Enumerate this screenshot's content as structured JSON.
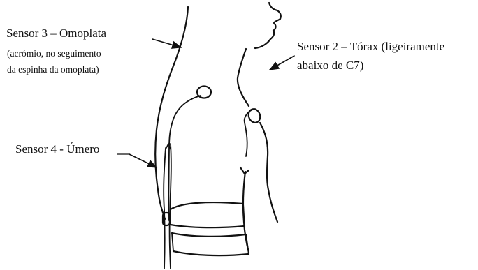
{
  "labels": {
    "sensor3": {
      "title": "Sensor 3 – Omoplata",
      "detail_line1": "(acrómio, no seguimento",
      "detail_line2": "da espinha da omoplata)"
    },
    "sensor2": {
      "line1": "Sensor 2 – Tórax (ligeiramente",
      "line2": "abaixo de C7)"
    },
    "sensor4": {
      "title": "Sensor 4 - Úmero"
    }
  },
  "colors": {
    "ink": "#111111",
    "background": "#ffffff"
  }
}
